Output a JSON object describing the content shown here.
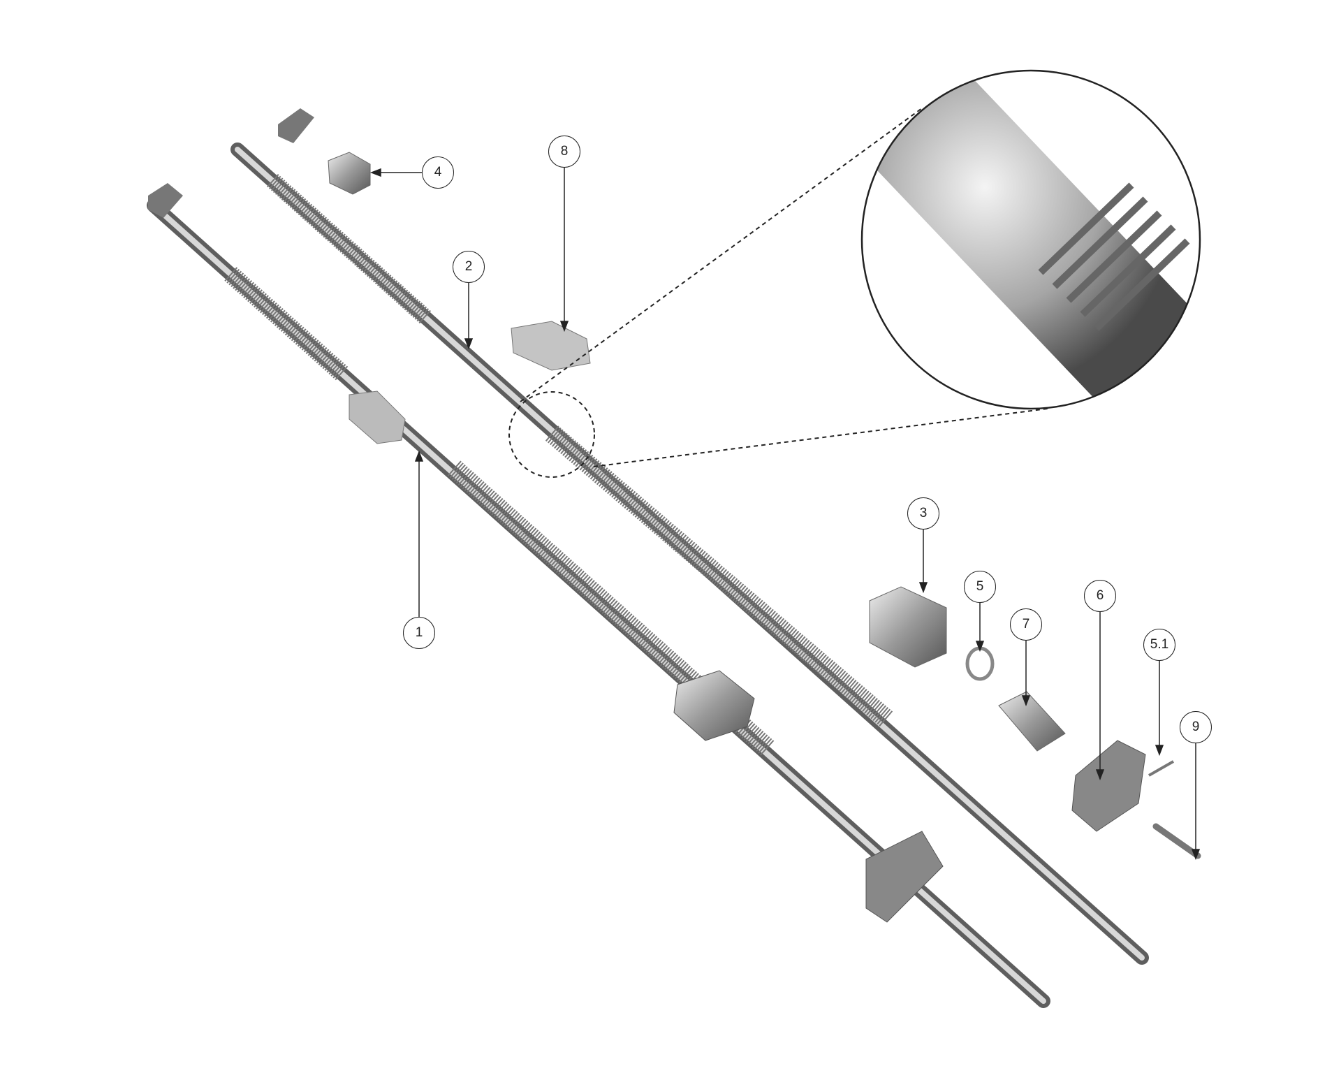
{
  "diagram": {
    "callouts": [
      {
        "id": "c1",
        "label": "1"
      },
      {
        "id": "c2",
        "label": "2"
      },
      {
        "id": "c3",
        "label": "3"
      },
      {
        "id": "c4",
        "label": "4"
      },
      {
        "id": "c5",
        "label": "5"
      },
      {
        "id": "c51",
        "label": "5.1"
      },
      {
        "id": "c6",
        "label": "6"
      },
      {
        "id": "c7",
        "label": "7"
      },
      {
        "id": "c8",
        "label": "8"
      },
      {
        "id": "c9",
        "label": "9"
      }
    ],
    "colors": {
      "steel": "#b8b8b8",
      "dark": "#6e6e6e",
      "line": "#222222"
    }
  }
}
